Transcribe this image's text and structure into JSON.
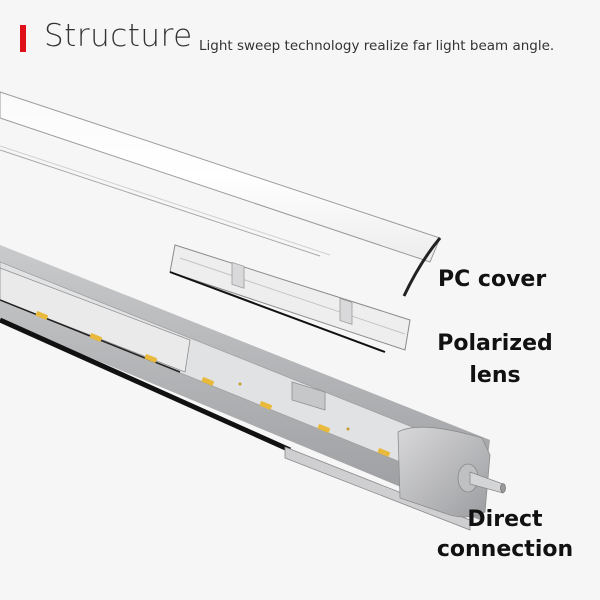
{
  "header": {
    "title": "Structure",
    "subtitle": "Light sweep technology realize far light beam angle.",
    "accent_color": "#e0101b"
  },
  "labels": {
    "pc_cover": "PC cover",
    "polarized_lens_line1": "Polarized",
    "polarized_lens_line2": "lens",
    "direct_connection_line1": "Direct",
    "direct_connection_line2": "connection"
  },
  "colors": {
    "background": "#f6f6f6",
    "aluminum": "#b8b9bb",
    "led_chip": "#e8b93a"
  }
}
